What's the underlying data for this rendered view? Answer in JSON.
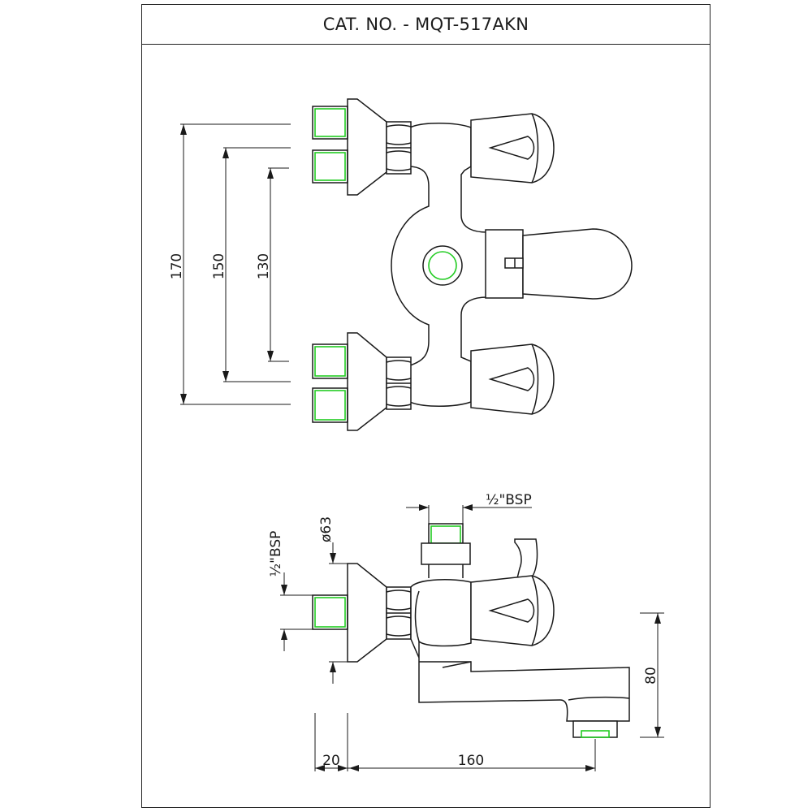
{
  "title": "CAT. NO. - MQT-517AKN",
  "dimensions": {
    "d170": "170",
    "d150": "150",
    "d130": "130",
    "bsp_top": "½\"BSP",
    "bsp_side": "½\"BSP",
    "phi63": "ø63",
    "d80": "80",
    "d20": "20",
    "d160": "160"
  }
}
